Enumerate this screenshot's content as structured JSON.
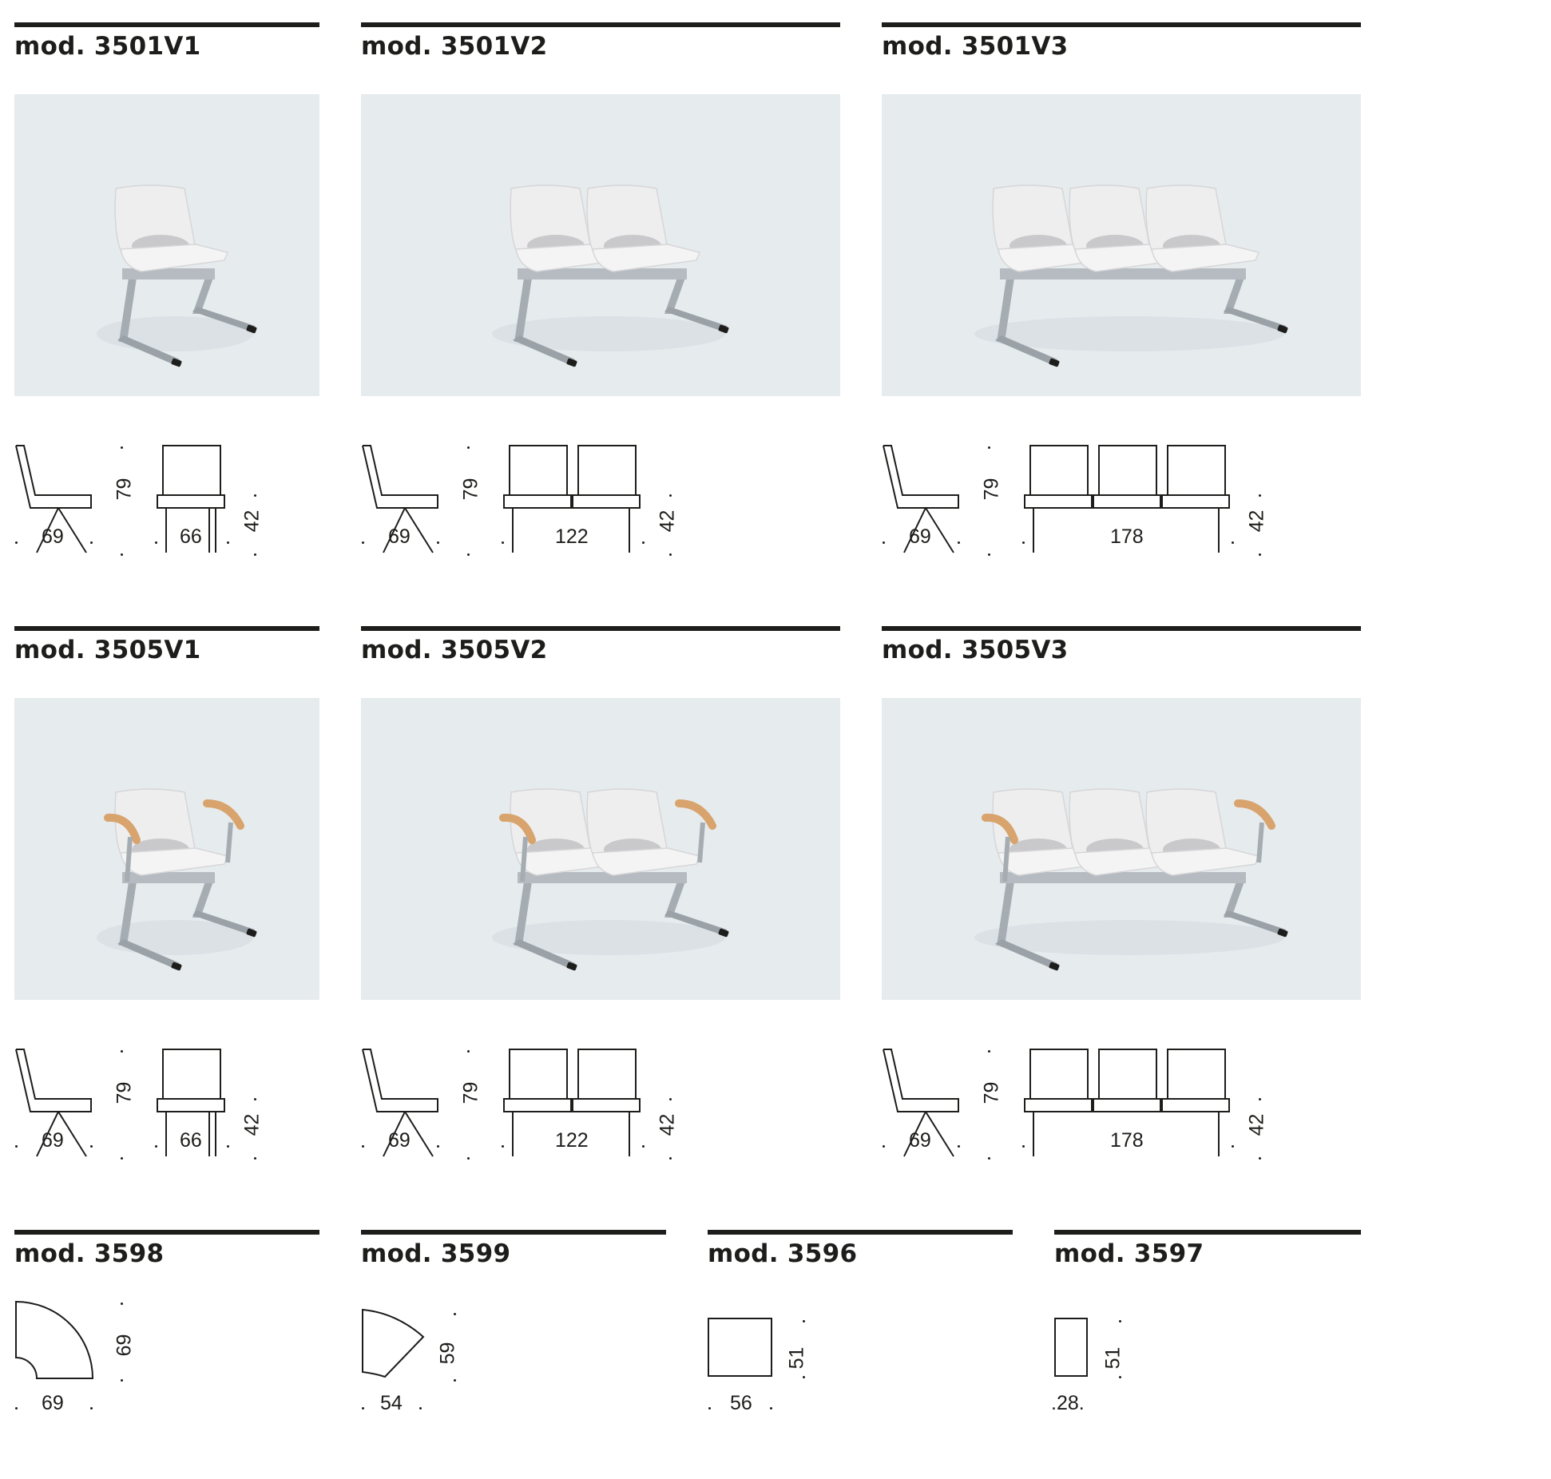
{
  "rows": [
    {
      "modules": [
        {
          "model": "mod. 3501V1",
          "seats": 1,
          "arms": false,
          "dims": {
            "side_depth": "69",
            "side_height": "79",
            "front_width": "66",
            "seat_height": "42"
          }
        },
        {
          "model": "mod. 3501V2",
          "seats": 2,
          "arms": false,
          "dims": {
            "side_depth": "69",
            "side_height": "79",
            "front_width": "122",
            "seat_height": "42"
          }
        },
        {
          "model": "mod. 3501V3",
          "seats": 3,
          "arms": false,
          "dims": {
            "side_depth": "69",
            "side_height": "79",
            "front_width": "178",
            "seat_height": "42"
          }
        }
      ]
    },
    {
      "modules": [
        {
          "model": "mod. 3505V1",
          "seats": 1,
          "arms": true,
          "dims": {
            "side_depth": "69",
            "side_height": "79",
            "front_width": "66",
            "seat_height": "42"
          }
        },
        {
          "model": "mod. 3505V2",
          "seats": 2,
          "arms": true,
          "dims": {
            "side_depth": "69",
            "side_height": "79",
            "front_width": "122",
            "seat_height": "42"
          }
        },
        {
          "model": "mod. 3505V3",
          "seats": 3,
          "arms": true,
          "dims": {
            "side_depth": "69",
            "side_height": "79",
            "front_width": "178",
            "seat_height": "42"
          }
        }
      ]
    }
  ],
  "tables": [
    {
      "model": "mod. 3598",
      "shape": "quarter-round",
      "width": "69",
      "depth": "69"
    },
    {
      "model": "mod. 3599",
      "shape": "wedge",
      "width": "54",
      "depth": "59"
    },
    {
      "model": "mod. 3596",
      "shape": "square",
      "width": "56",
      "depth": "51"
    },
    {
      "model": "mod. 3597",
      "shape": "narrow",
      "width": ".28.",
      "depth": "51"
    }
  ],
  "colors": {
    "rule": "#1d1d1b",
    "photo_background": "#e6ebee",
    "seat_shell": "#eeeeee",
    "seat_cushion": "#c9c9cc",
    "frame": "#a6adb2",
    "armrest_wood": "#d8a36c",
    "foot": "#1d1d1b"
  }
}
